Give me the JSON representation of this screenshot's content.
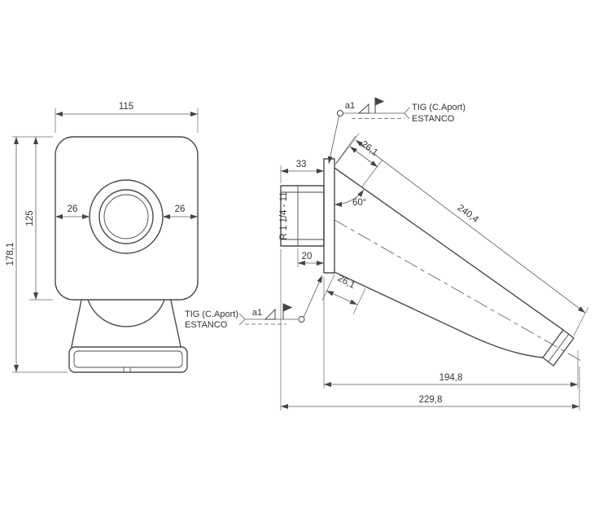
{
  "page": {
    "background": "#ffffff",
    "line_color": "#4b4b4b"
  },
  "front_view": {
    "width": "115",
    "plate_height": "125",
    "total_height": "178,1",
    "left_offset": "26",
    "right_offset": "26",
    "weld": {
      "size": "a1",
      "process": "TIG (C.Aport)",
      "note": "ESTANCO"
    }
  },
  "side_view": {
    "nipple_length": "33",
    "thread_length": "20",
    "thread_spec": "R 1 1/4 - 11",
    "angle": "60°",
    "top_gap": "26,1",
    "bottom_gap": "26,1",
    "spout_length": "240,4",
    "reach_inner": "194,8",
    "reach_total": "229,8",
    "weld": {
      "size": "a1",
      "process": "TIG (C.Aport)",
      "note": "ESTANCO"
    }
  }
}
